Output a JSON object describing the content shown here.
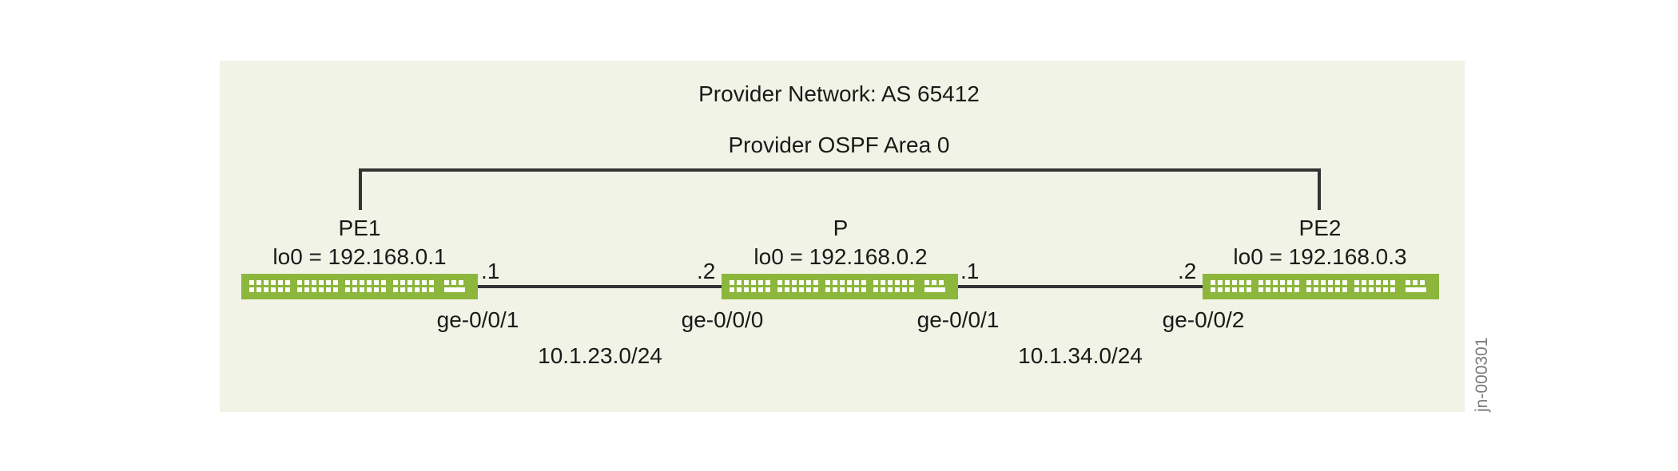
{
  "network": {
    "title": "Provider Network: AS 65412",
    "area": "Provider OSPF Area 0"
  },
  "routers": [
    {
      "name": "PE1",
      "loopback": "lo0 = 192.168.0.1"
    },
    {
      "name": "P",
      "loopback": "lo0 = 192.168.0.2"
    },
    {
      "name": "PE2",
      "loopback": "lo0 = 192.168.0.3"
    }
  ],
  "links": [
    {
      "left_host": ".1",
      "right_host": ".2",
      "left_if": "ge-0/0/1",
      "right_if": "ge-0/0/0",
      "subnet": "10.1.23.0/24"
    },
    {
      "left_host": ".1",
      "right_host": ".2",
      "left_if": "ge-0/0/1",
      "right_if": "ge-0/0/2",
      "subnet": "10.1.34.0/24"
    }
  ],
  "figure_code": "jn-000301",
  "colors": {
    "panel": "#f0f3e5",
    "switch": "#8cb63c",
    "line": "#333333"
  }
}
